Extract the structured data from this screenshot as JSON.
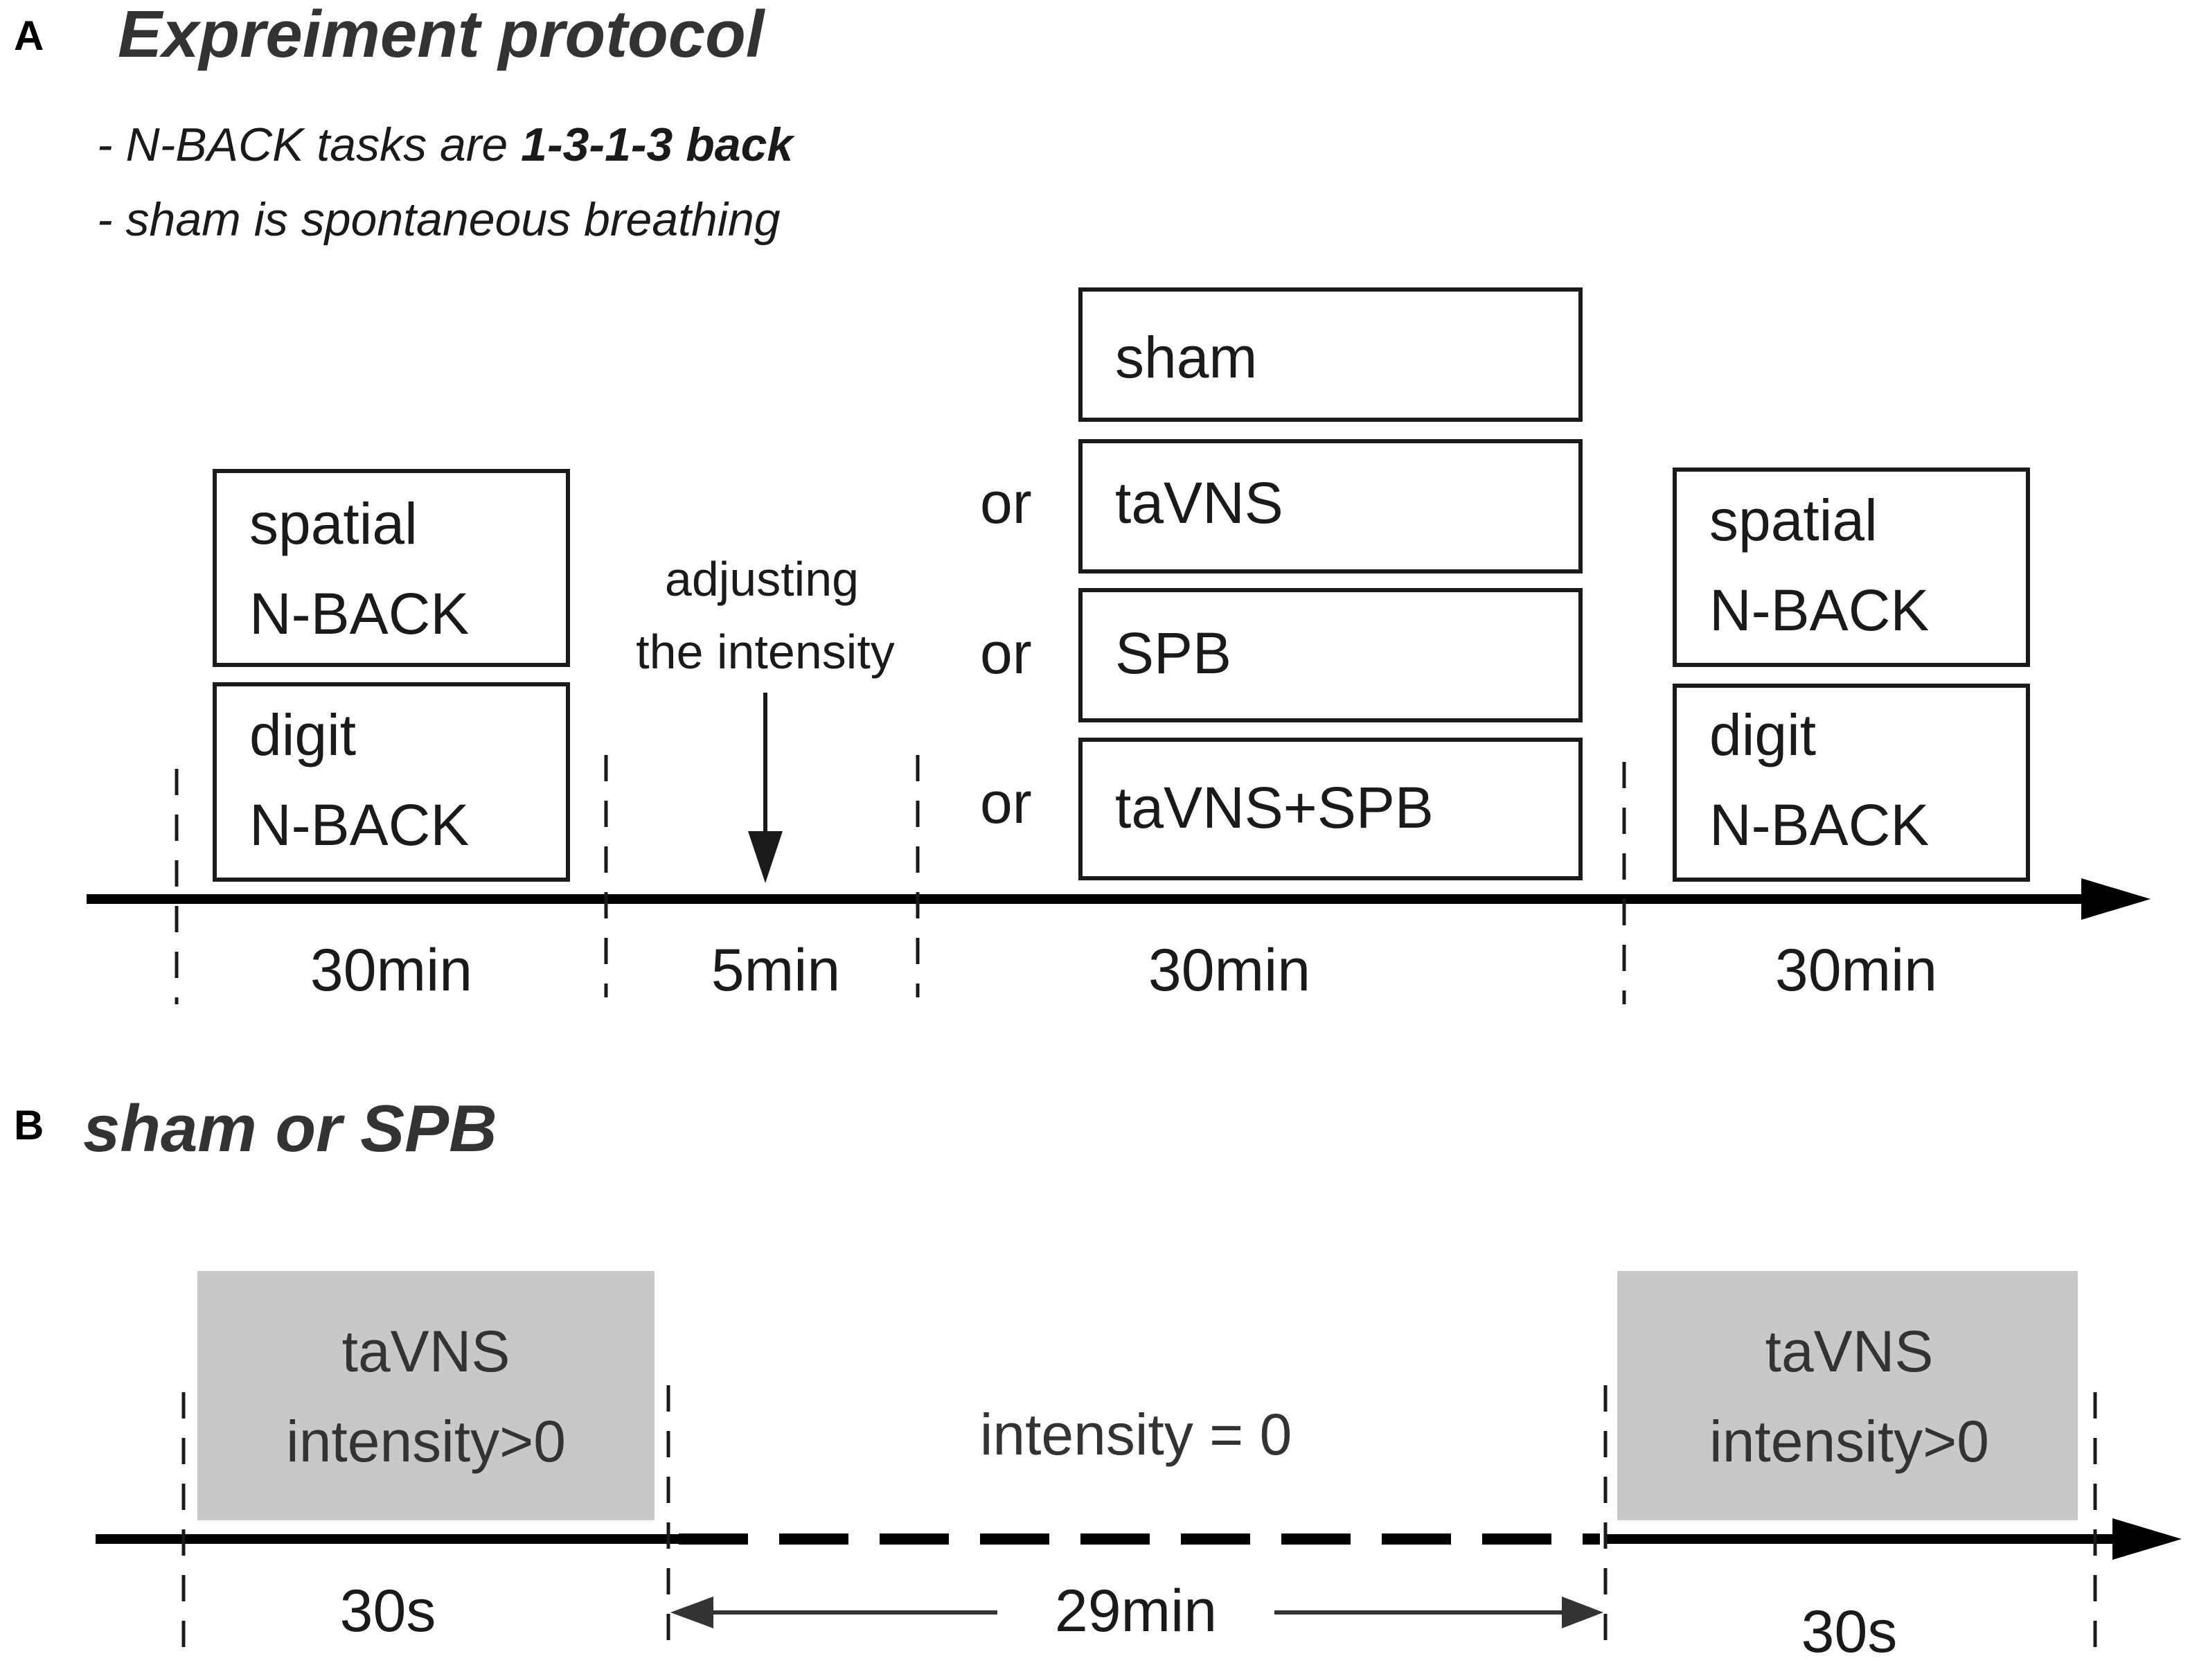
{
  "panel_a": {
    "letter": "A",
    "title": "Expreiment protocol",
    "note1_prefix": "- N-BACK tasks are ",
    "note1_bold": "1-3-1-3 back",
    "note2": "- sham is spontaneous breathing",
    "pre_task": {
      "line1": "spatial",
      "line2": "N-BACK",
      "line3": "digit",
      "line4": "N-BACK"
    },
    "adjust_label": {
      "line1": "adjusting",
      "line2": "the intensity"
    },
    "conditions": [
      "sham",
      "taVNS",
      "SPB",
      "taVNS+SPB"
    ],
    "or_label": "or",
    "post_task": {
      "line1": "spatial",
      "line2": "N-BACK",
      "line3": "digit",
      "line4": "N-BACK"
    },
    "durations": [
      "30min",
      "5min",
      "30min",
      "30min"
    ]
  },
  "panel_b": {
    "letter": "B",
    "title": "sham or SPB",
    "stim_box_1": {
      "line1": "taVNS",
      "line2": "intensity>0"
    },
    "stim_box_2": {
      "line1": "taVNS",
      "line2": "intensity>0"
    },
    "middle_label": "intensity = 0",
    "durations": [
      "30s",
      "29min",
      "30s"
    ]
  }
}
